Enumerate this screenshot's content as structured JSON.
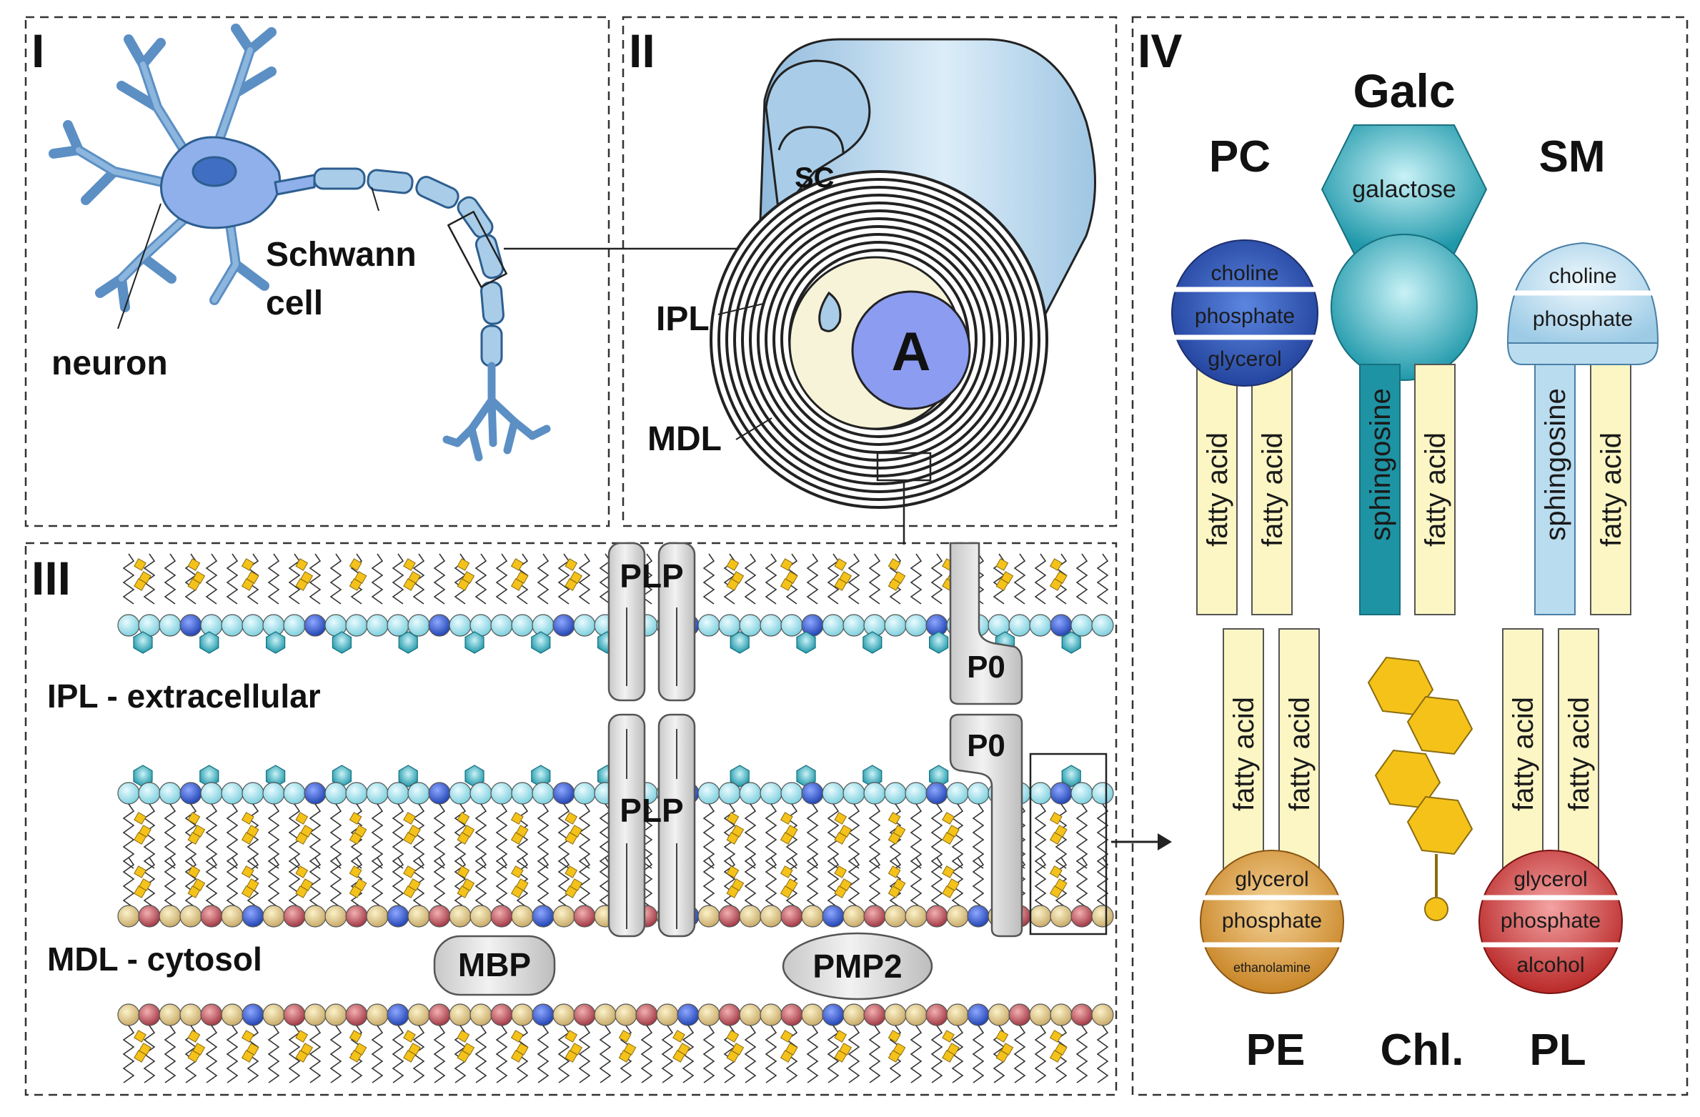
{
  "panels": {
    "p1": "I",
    "p2": "II",
    "p3": "III",
    "p4": "IV"
  },
  "panel1": {
    "neuron_label": "neuron",
    "schwann_line1": "Schwann",
    "schwann_line2": "cell"
  },
  "panel2": {
    "sc_label": "SC",
    "ipl_label": "IPL",
    "mdl_label": "MDL",
    "axon_label": "A"
  },
  "panel3": {
    "plp_top": "PLP",
    "plp_mid": "PLP",
    "p0_top": "P0",
    "p0_bottom": "P0",
    "ipl_text": "IPL - extracellular",
    "mdl_text": "MDL - cytosol",
    "mbp": "MBP",
    "pmp2": "PMP2"
  },
  "panel4": {
    "galc": "Galc",
    "pc": "PC",
    "sm": "SM",
    "pe": "PE",
    "chl": "Chl.",
    "pl": "PL",
    "galactose": "galactose",
    "sphingosine": "sphingosine",
    "fatty_acid": "fatty acid",
    "pc_heads": [
      "choline",
      "phosphate",
      "glycerol"
    ],
    "sm_heads": [
      "choline",
      "phosphate"
    ],
    "pe_heads": [
      "glycerol",
      "phosphate",
      "ethanolamine"
    ],
    "pl_heads": [
      "glycerol",
      "phosphate",
      "alcohol"
    ]
  },
  "colors": {
    "neuron": "#6f9fcf",
    "myelin": "#a9cde8",
    "axon": "#8c9cf0",
    "pc_dark": "#2a55b8",
    "galc": "#2aa9b8",
    "sm_light": "#b9dcef",
    "pe": "#d99a3a",
    "pl": "#cf3a3a",
    "cholesterol": "#f5c21a",
    "fatty": "#fbf6c4"
  }
}
